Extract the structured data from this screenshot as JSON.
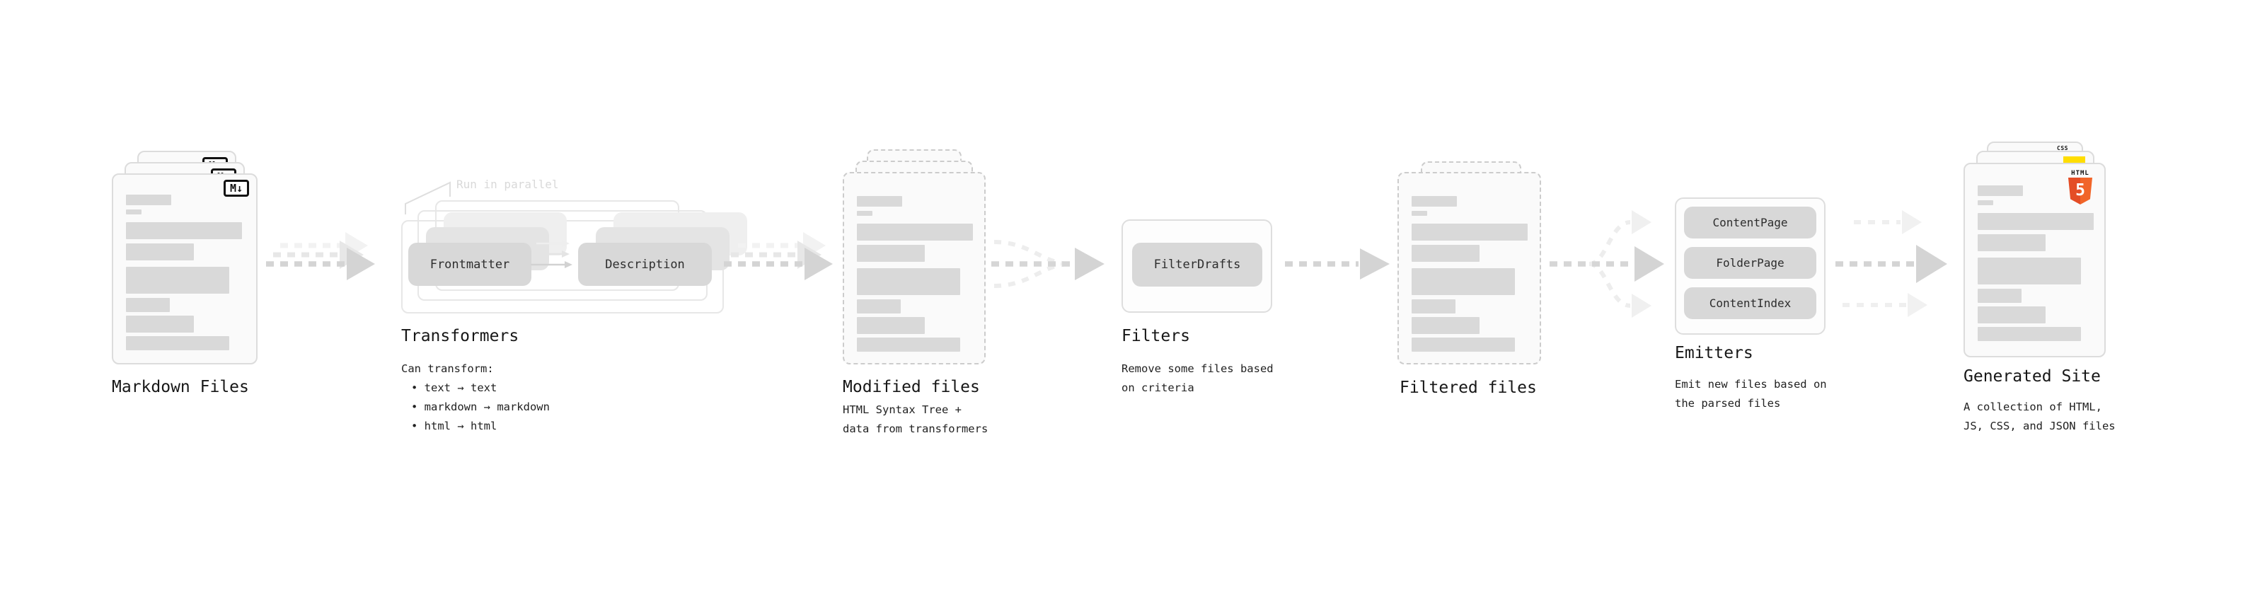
{
  "colors": {
    "html5_orange": "#e44d26",
    "js_yellow": "#ffdd00",
    "css_blue": "#2b62e0",
    "placeholder_bar_gray": "#d9d9d9",
    "pill_gray": "#d8d8d8",
    "arrow_dark_gray": "#d4d4d4",
    "arrow_light_gray": "#ededed"
  },
  "doc_bars": [
    {
      "w": 64,
      "h": 15,
      "mb": 6
    },
    {
      "w": 22,
      "h": 7,
      "mb": 11
    },
    {
      "w": 164,
      "h": 24,
      "mb": 6
    },
    {
      "w": 96,
      "h": 24,
      "mb": 9
    },
    {
      "w": 146,
      "h": 38,
      "mb": 6
    },
    {
      "w": 62,
      "h": 20,
      "mb": 5
    },
    {
      "w": 96,
      "h": 24,
      "mb": 5
    },
    {
      "w": 146,
      "h": 20,
      "mb": 0
    }
  ],
  "stages": {
    "markdown": {
      "label": "Markdown Files",
      "icon_text": "M↓"
    },
    "transformers": {
      "label": "Transformers",
      "annotation": "Run in parallel",
      "body_heading": "Can transform:",
      "bullets": [
        "• text → text",
        "• markdown → markdown",
        "• html → html"
      ],
      "buttons": [
        "Frontmatter",
        "Description"
      ]
    },
    "modified": {
      "label": "Modified files",
      "sublabel": "HTML Syntax Tree +\ndata from transformers"
    },
    "filters": {
      "label": "Filters",
      "sublabel": "Remove some files based\non criteria",
      "buttons": [
        "FilterDrafts"
      ]
    },
    "filtered": {
      "label": "Filtered files"
    },
    "emitters": {
      "label": "Emitters",
      "sublabel": "Emit new files based on\nthe parsed files",
      "buttons": [
        "ContentPage",
        "FolderPage",
        "ContentIndex"
      ]
    },
    "generated": {
      "label": "Generated Site",
      "sublabel": "A collection of HTML,\nJS, CSS, and JSON files",
      "html5_badge_word": "HTML",
      "html5_badge_number": "5",
      "css_badge": "CSS"
    }
  }
}
